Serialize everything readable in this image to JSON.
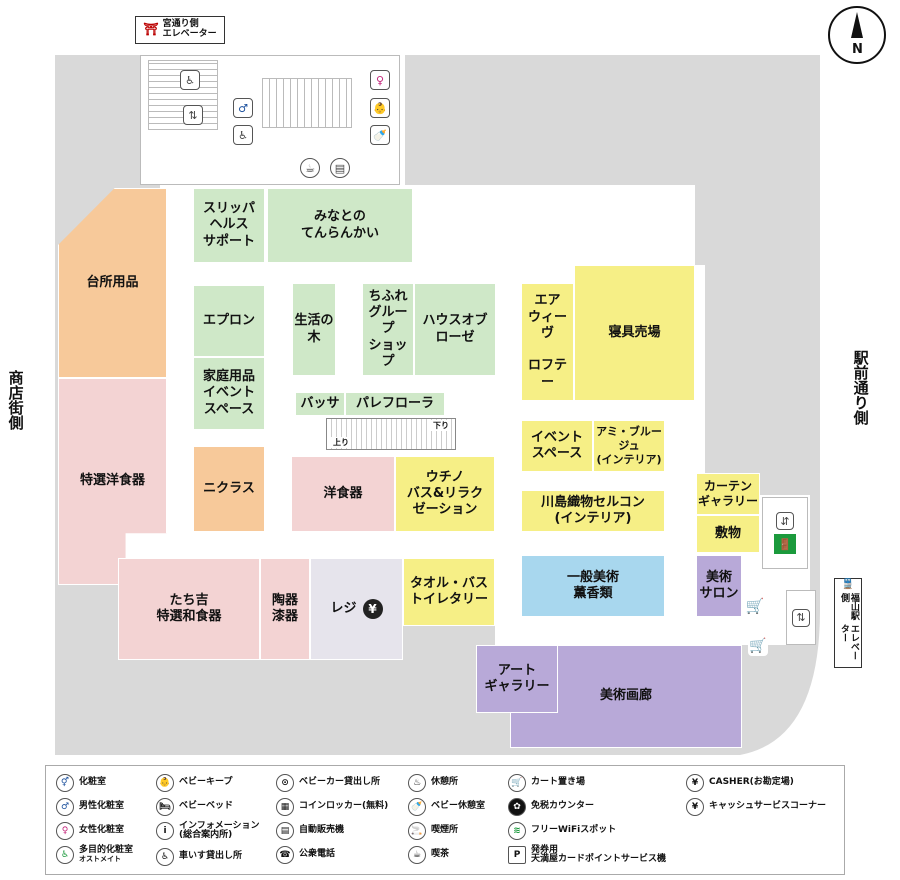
{
  "top_elevator": {
    "line1": "宮通り側",
    "line2": "エレベーター",
    "gate_icon": "torii-gate-icon"
  },
  "north": "N",
  "left_street": "商店街側",
  "right_street": "駅前通り側",
  "right_elevator": {
    "line1": "福山駅側",
    "line2": "エレベーター"
  },
  "emergency_exit_icon": "emergency-exit-icon",
  "escalator_labels": {
    "down": "下り",
    "up": "上り"
  },
  "shops": {
    "slipper": "スリッパ\nヘルス\nサポート",
    "minato": "みなとの\nてんらんかい",
    "apron": "エプロン",
    "seikatsu": "生活の木",
    "chifure": "ちふれ\nグループ\nショップ",
    "house": "ハウスオブ\nローゼ",
    "katei": "家庭用品\nイベント\nスペース",
    "bassa": "バッサ",
    "parefura": "パレフローラ",
    "daidokoro": "台所用品",
    "tokusen_yo": "特選洋食器",
    "nicras": "ニクラス",
    "yoshokki": "洋食器",
    "uchino": "ウチノ\nバス&リラク\nゼーション",
    "air": "エア\nウィーヴ\n\nロフテー",
    "shingu": "寝具売場",
    "event_right": "イベント\nスペース",
    "amibl": "アミ・ブルージュ\n(インテリア)",
    "curtain": "カーテン\nギャラリー",
    "kawashima": "川島織物セルコン\n(インテリア)",
    "shikimono": "敷物",
    "tachikichi": "たち吉\n特選和食器",
    "toki": "陶器\n漆器",
    "reji": "レジ",
    "towel": "タオル・バス\nトイレタリー",
    "ippan": "一般美術\n薫香類",
    "bijutsu_salon": "美術\nサロン",
    "art_gallery": "アート\nギャラリー",
    "bijutsu_garou": "美術画廊"
  },
  "legend": [
    {
      "icon": "restroom-icon",
      "label": "化粧室"
    },
    {
      "icon": "mens-restroom-icon",
      "label": "男性化粧室"
    },
    {
      "icon": "womens-restroom-icon",
      "label": "女性化粧室"
    },
    {
      "icon": "multipurpose-restroom-icon",
      "label": "多目的化粧室",
      "sub": "オストメイト"
    },
    {
      "icon": "baby-keep-icon",
      "label": "ベビーキープ"
    },
    {
      "icon": "baby-bed-icon",
      "label": "ベビーベッド"
    },
    {
      "icon": "information-icon",
      "label": "インフォメーション",
      "sub": "(総合案内所)"
    },
    {
      "icon": "wheelchair-icon",
      "label": "車いす貸出し所"
    },
    {
      "icon": "stroller-icon",
      "label": "ベビーカー貸出し所"
    },
    {
      "icon": "coin-locker-icon",
      "label": "コインロッカー(無料)"
    },
    {
      "icon": "vending-machine-icon",
      "label": "自動販売機"
    },
    {
      "icon": "public-phone-icon",
      "label": "公衆電話"
    },
    {
      "icon": "rest-area-icon",
      "label": "休憩所"
    },
    {
      "icon": "baby-rest-room-icon",
      "label": "ベビー休憩室"
    },
    {
      "icon": "smoking-area-icon",
      "label": "喫煙所"
    },
    {
      "icon": "cafe-icon",
      "label": "喫茶"
    },
    {
      "icon": "cart-icon",
      "label": "カート置き場"
    },
    {
      "icon": "tax-free-icon",
      "label": "免税カウンター"
    },
    {
      "icon": "wifi-icon",
      "label": "フリーWiFiスポット"
    },
    {
      "icon": "parking-ticket-icon",
      "label": "発券用",
      "sub": "天満屋カードポイントサービス機"
    },
    {
      "icon": "yen-icon",
      "label": "CASHER(お勘定場)"
    },
    {
      "icon": "cash-service-icon",
      "label": "キャッシュサービスコーナー"
    }
  ]
}
